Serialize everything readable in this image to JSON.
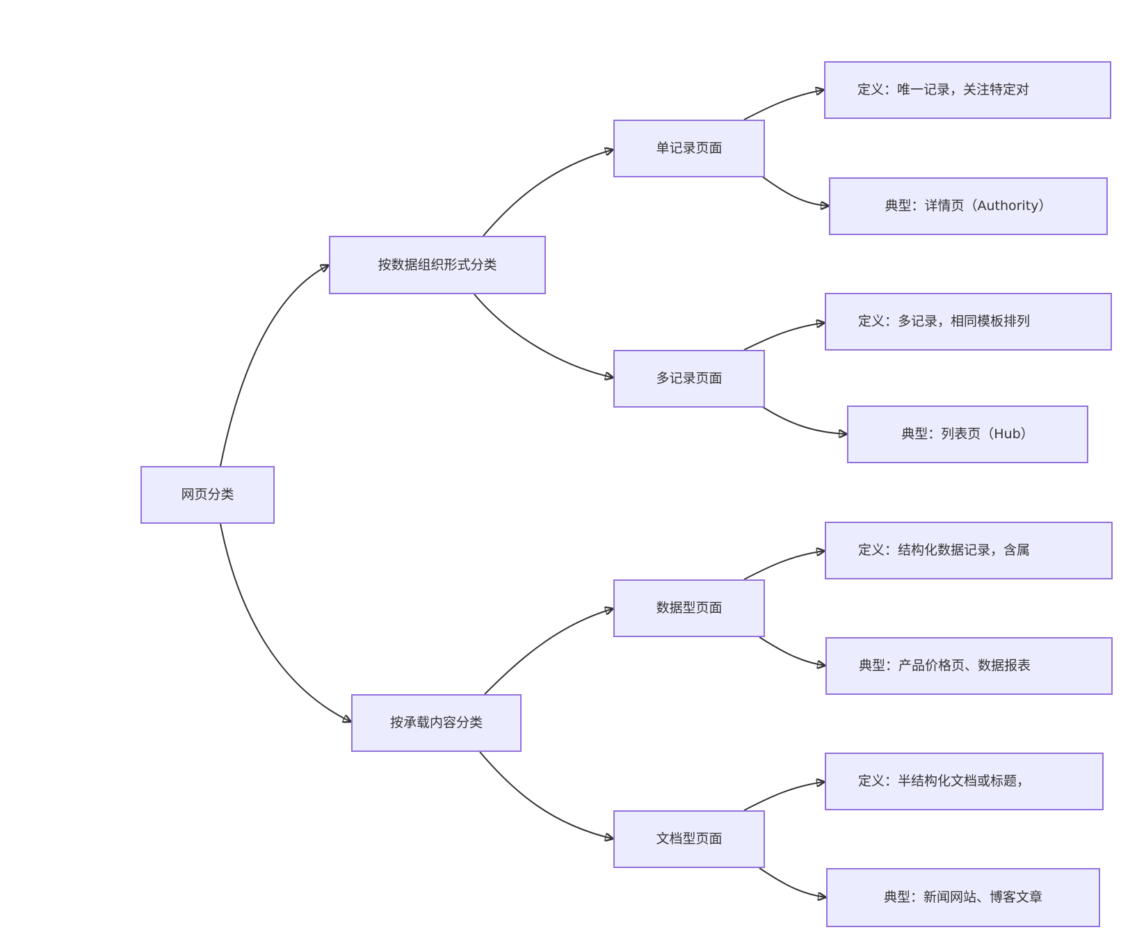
{
  "diagram": {
    "type": "flowchart-left-to-right",
    "colors": {
      "background": "#ffffff",
      "node_fill": "#ECECFF",
      "node_border": "#9370DB",
      "edge_stroke": "#333333",
      "text": "#333333"
    },
    "nodes": [
      {
        "id": "root",
        "label": "网页分类",
        "truncated": false
      },
      {
        "id": "by-data-org",
        "label": "按数据组织形式分类",
        "truncated": false
      },
      {
        "id": "by-content",
        "label": "按承载内容分类",
        "truncated": false
      },
      {
        "id": "single-record",
        "label": "单记录页面",
        "truncated": false
      },
      {
        "id": "multi-record",
        "label": "多记录页面",
        "truncated": false
      },
      {
        "id": "data-page",
        "label": "数据型页面",
        "truncated": false
      },
      {
        "id": "document-page",
        "label": "文档型页面",
        "truncated": false
      },
      {
        "id": "single-def",
        "label": "定义：唯一记录，关注特定对",
        "truncated": true
      },
      {
        "id": "single-typical",
        "label": "典型：详情页（Authority）",
        "truncated": false
      },
      {
        "id": "multi-def",
        "label": "定义：多记录，相同模板排列",
        "truncated": true
      },
      {
        "id": "multi-typical",
        "label": "典型：列表页（Hub）",
        "truncated": false
      },
      {
        "id": "data-def",
        "label": "定义：结构化数据记录，含属",
        "truncated": true
      },
      {
        "id": "data-typical",
        "label": "典型：产品价格页、数据报表",
        "truncated": true
      },
      {
        "id": "doc-def",
        "label": "定义：半结构化文档或标题，",
        "truncated": true
      },
      {
        "id": "doc-typical",
        "label": "典型：新闻网站、博客文章",
        "truncated": false
      }
    ],
    "edges": [
      {
        "from": "root",
        "to": "by-data-org"
      },
      {
        "from": "root",
        "to": "by-content"
      },
      {
        "from": "by-data-org",
        "to": "single-record"
      },
      {
        "from": "by-data-org",
        "to": "multi-record"
      },
      {
        "from": "single-record",
        "to": "single-def"
      },
      {
        "from": "single-record",
        "to": "single-typical"
      },
      {
        "from": "multi-record",
        "to": "multi-def"
      },
      {
        "from": "multi-record",
        "to": "multi-typical"
      },
      {
        "from": "by-content",
        "to": "data-page"
      },
      {
        "from": "by-content",
        "to": "document-page"
      },
      {
        "from": "data-page",
        "to": "data-def"
      },
      {
        "from": "data-page",
        "to": "data-typical"
      },
      {
        "from": "document-page",
        "to": "doc-def"
      },
      {
        "from": "document-page",
        "to": "doc-typical"
      }
    ]
  }
}
